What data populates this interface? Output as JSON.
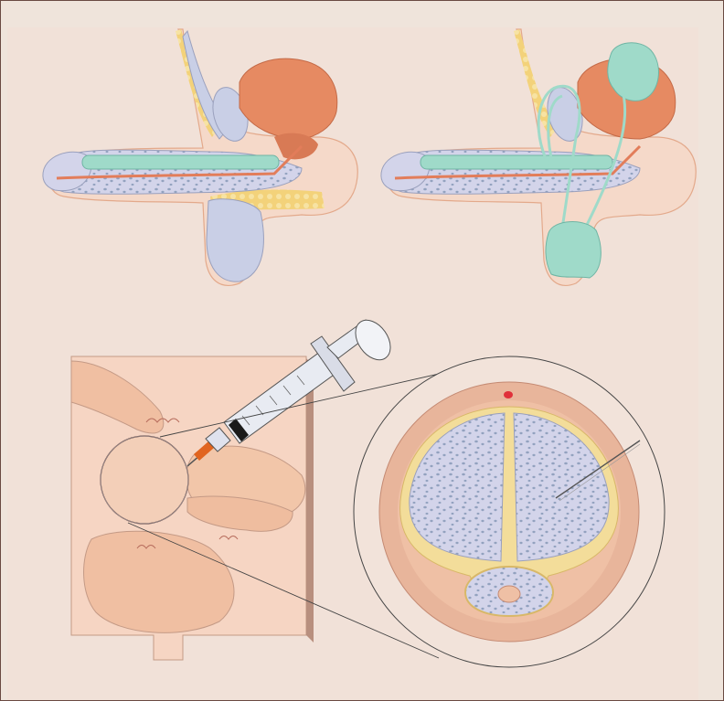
{
  "figure": {
    "panels": [
      {
        "id": "implant-semirigid",
        "description_label": ""
      },
      {
        "id": "implant-inflatable",
        "description_label": ""
      },
      {
        "id": "intracavernous-injection",
        "description_label": ""
      },
      {
        "id": "cross-section",
        "description_label": ""
      }
    ]
  },
  "colors": {
    "background": "#efe4db",
    "panel": "#f1ddd3",
    "skin": "#f2c6a9",
    "skin_shadow": "#e3a98b",
    "erectile_tissue": "#d3d4ea",
    "erectile_dots": "#93a2bf",
    "tunica": "#f3dd9a",
    "urethra": "#e27d5a",
    "bladder": "#e68a62",
    "implant": "#9fdac9",
    "bone": "#c9cfe6",
    "outline": "#6a4a42"
  },
  "icons": [
    "syringe-icon",
    "needle-icon"
  ]
}
